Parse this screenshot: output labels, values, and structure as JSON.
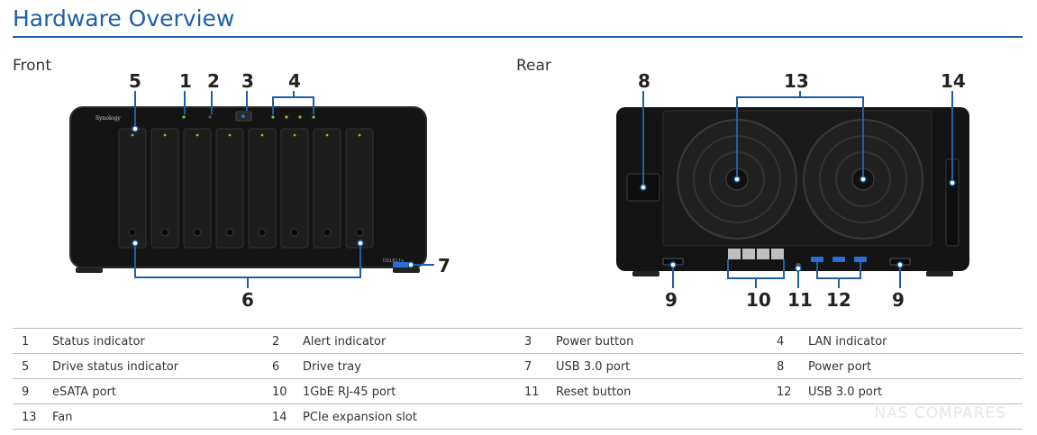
{
  "title": "Hardware Overview",
  "front_label": "Front",
  "rear_label": "Rear",
  "device": {
    "brand": "Synology",
    "model": "DS1817+"
  },
  "callouts": {
    "front": [
      "5",
      "1",
      "2",
      "3",
      "4",
      "6",
      "7"
    ],
    "rear": [
      "8",
      "13",
      "14",
      "9",
      "10",
      "11",
      "12",
      "9"
    ]
  },
  "legend": [
    {
      "num": "1",
      "label": "Status indicator"
    },
    {
      "num": "2",
      "label": "Alert indicator"
    },
    {
      "num": "3",
      "label": "Power button"
    },
    {
      "num": "4",
      "label": "LAN indicator"
    },
    {
      "num": "5",
      "label": "Drive status indicator"
    },
    {
      "num": "6",
      "label": "Drive tray"
    },
    {
      "num": "7",
      "label": "USB 3.0 port"
    },
    {
      "num": "8",
      "label": "Power port"
    },
    {
      "num": "9",
      "label": "eSATA port"
    },
    {
      "num": "10",
      "label": "1GbE RJ-45 port"
    },
    {
      "num": "11",
      "label": "Reset button"
    },
    {
      "num": "12",
      "label": "USB 3.0 port"
    },
    {
      "num": "13",
      "label": "Fan"
    },
    {
      "num": "14",
      "label": "PCIe expansion slot"
    }
  ],
  "watermark": "NAS COMPARES",
  "colors": {
    "title": "#1f5fa6",
    "callout_line": "#1f5fa6",
    "device_body": "#141414",
    "led_green": "#7dc63f",
    "usb_blue": "#2a6fd6"
  }
}
